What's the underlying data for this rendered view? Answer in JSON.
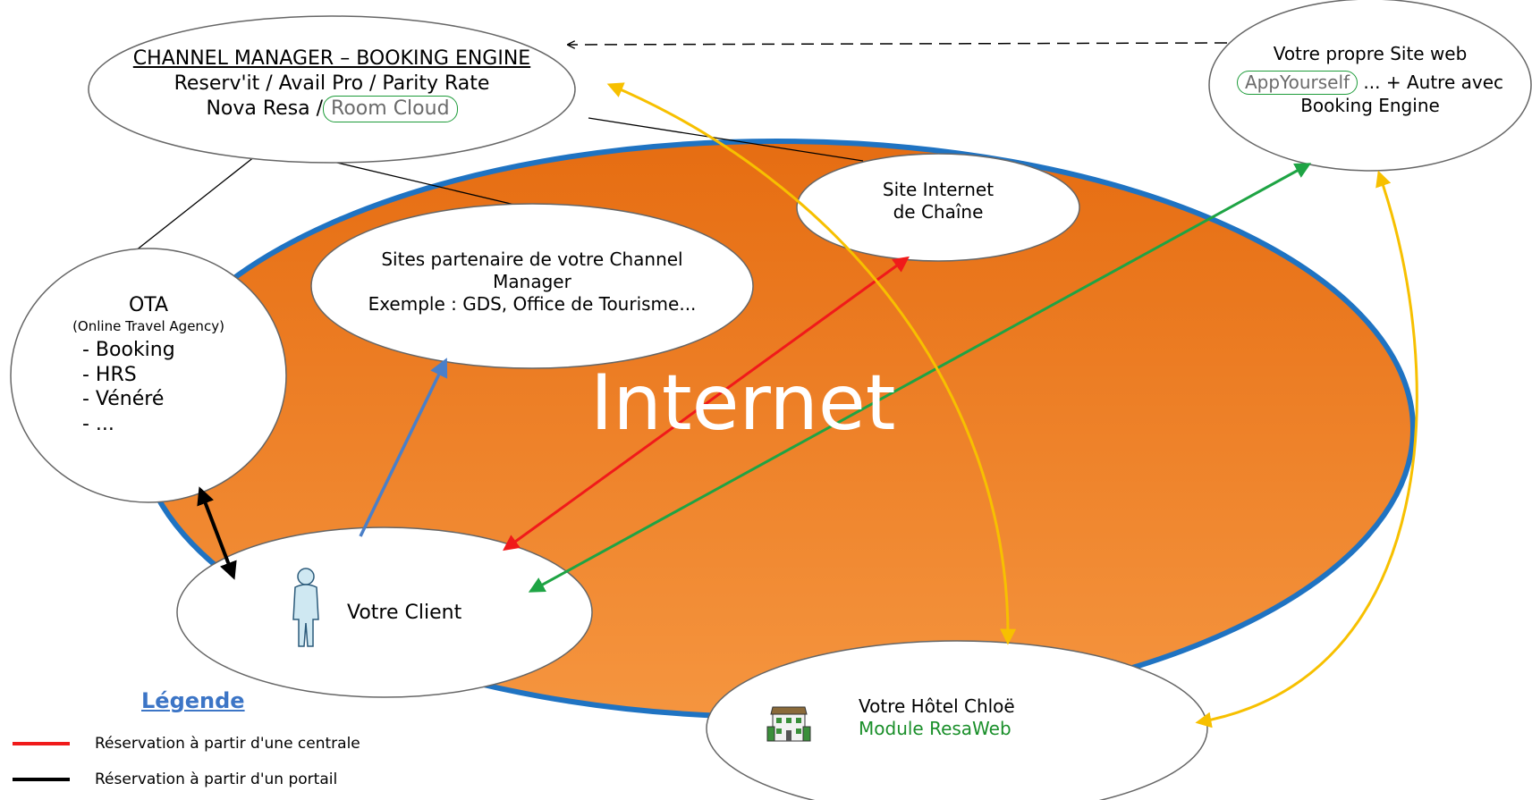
{
  "colors": {
    "internet_fill": "#ee7d25",
    "internet_border": "#1f73c2",
    "red": "#f01a1a",
    "black": "#000000",
    "green": "#1ea444",
    "blue": "#4a7fc8",
    "yellow": "#f7c000"
  },
  "internet_label": "Internet",
  "channel_manager": {
    "title": "CHANNEL MANAGER – BOOKING ENGINE",
    "line2": "Reserv'it / Avail Pro / Parity Rate",
    "line3_prefix": "Nova Resa /",
    "line3_cloud": "Room Cloud"
  },
  "own_site": {
    "title": "Votre propre Site web",
    "cloud": "AppYourself",
    "suffix": "... + Autre avec",
    "line3": "Booking Engine"
  },
  "chain_site": {
    "line1": "Site Internet",
    "line2": "de Chaîne"
  },
  "partners": {
    "line1": "Sites partenaire de votre Channel",
    "line2": "Manager",
    "line3": "Exemple : GDS, Office de Tourisme..."
  },
  "ota": {
    "title": "OTA",
    "subtitle": "(Online Travel Agency)",
    "items": [
      "- Booking",
      "- HRS",
      "- Vénéré",
      "- ..."
    ]
  },
  "client": {
    "label": "Votre Client",
    "icon": "person-icon"
  },
  "hotel": {
    "line1": "Votre Hôtel Chloë",
    "line2": "Module ResaWeb",
    "icon": "hotel-icon"
  },
  "legend": {
    "title": "Légende",
    "items": [
      {
        "label": "Réservation à partir d'une centrale",
        "color": "#f01a1a"
      },
      {
        "label": "Réservation à partir d'un portail",
        "color": "#000000"
      }
    ]
  }
}
